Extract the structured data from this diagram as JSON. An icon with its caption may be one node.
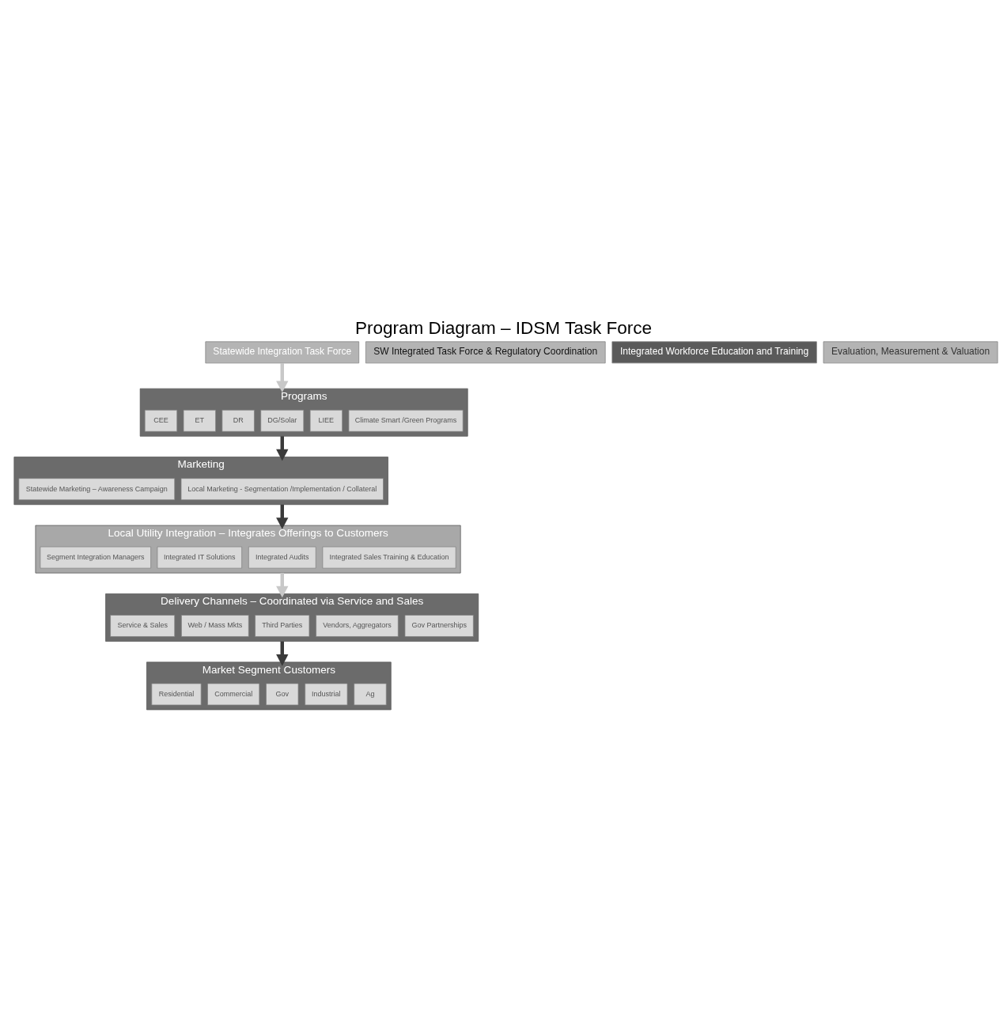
{
  "diagram": {
    "title": "Program Diagram – IDSM Task Force",
    "nodes": [
      {
        "text": [
          "Statewide Integration Task Force"
        ]
      },
      {
        "text": [
          "Programs"
        ]
      },
      {
        "text": [
          "CEE"
        ],
        "in": 1
      },
      {
        "text": [
          "ET"
        ],
        "in": 1
      },
      {
        "text": [
          "DR"
        ],
        "in": 1
      },
      {
        "text": [
          "DG/Solar"
        ],
        "in": 1
      },
      {
        "text": [
          "LIEE"
        ],
        "in": 1
      },
      {
        "text": [
          "Climate Smart /Green Programs"
        ],
        "in": 1
      },
      {
        "text": [
          "Marketing"
        ]
      },
      {
        "text": [
          "Statewide Marketing – Awareness Campaign"
        ],
        "in": 8
      },
      {
        "text": [
          "Local Marketing - Segmentation /Implementation / Collateral"
        ],
        "in": 8
      },
      {
        "text": [
          "Local Utility Integration – Integrates Offerings to Customers"
        ]
      },
      {
        "text": [
          "Segment Integration Managers"
        ],
        "in": 11
      },
      {
        "text": [
          "Integrated IT Solutions"
        ],
        "in": 11
      },
      {
        "text": [
          "Integrated Audits"
        ],
        "in": 11
      },
      {
        "text": [
          "Integrated Sales Training & Education"
        ],
        "in": 11
      },
      {
        "text": [
          "Delivery Channels – Coordinated via Service and Sales"
        ]
      },
      {
        "text": [
          "Service & Sales"
        ],
        "in": 16
      },
      {
        "text": [
          "Web / Mass Mkts"
        ],
        "in": 16
      },
      {
        "text": [
          "Third Parties"
        ],
        "in": 16
      },
      {
        "text": [
          "Vendors, Aggregators"
        ],
        "in": 16
      },
      {
        "text": [
          "Gov Partnerships"
        ],
        "in": 16
      },
      {
        "text": [
          "Market Segment Customers"
        ]
      },
      {
        "text": [
          "Residential"
        ],
        "in": 22
      },
      {
        "text": [
          "Commercial"
        ],
        "in": 22
      },
      {
        "text": [
          "Gov"
        ],
        "in": 22
      },
      {
        "text": [
          "Industrial"
        ],
        "in": 22
      },
      {
        "text": [
          "Ag"
        ],
        "in": 22
      },
      {
        "text": [
          "SW Integrated Task Force & Regulatory Coordination"
        ]
      },
      {
        "text": [
          "Integrated Workforce Education and Training"
        ]
      },
      {
        "text": [
          "Evaluation, Measurement & Valuation"
        ]
      }
    ],
    "edges": [
      {
        "from": 0,
        "to": 1,
        "arrow": "to",
        "color": "#c8c8c8"
      },
      {
        "from": 1,
        "to": 8,
        "arrow": "to"
      },
      {
        "from": 8,
        "to": 11,
        "arrow": "to"
      },
      {
        "from": 11,
        "to": 16,
        "arrow": "to",
        "color": "#c8c8c8"
      },
      {
        "from": 16,
        "to": 22,
        "arrow": "to"
      }
    ]
  }
}
